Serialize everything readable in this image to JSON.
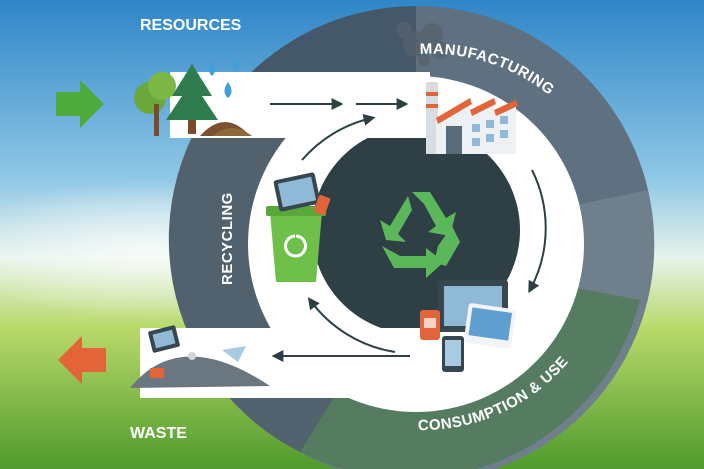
{
  "labels": {
    "resources": "RESOURCES",
    "waste": "WASTE",
    "manufacturing": "MANUFACTURING",
    "consumption": "CONSUMPTION & USE",
    "recycling": "RECYCLING"
  },
  "icons": {
    "input_arrow": "arrow-right-icon",
    "output_arrow": "arrow-left-icon",
    "recycle": "recycle-icon",
    "bin": "recycling-bin-icon",
    "factory": "factory-icon",
    "devices": "devices-icon",
    "trees": "trees-icon",
    "water": "water-drops-icon",
    "waste_pile": "waste-pile-icon"
  },
  "colors": {
    "sky_top": "#3a8fcf",
    "grass": "#7cb93a",
    "ring_dark": "#44586a",
    "ring_gray": "#7d8b97",
    "ring_green": "#3f7a3f",
    "center": "#2e3f46",
    "recycle_green": "#5bb85a",
    "arrow_in": "#4faa3c",
    "arrow_out": "#e4643a"
  }
}
